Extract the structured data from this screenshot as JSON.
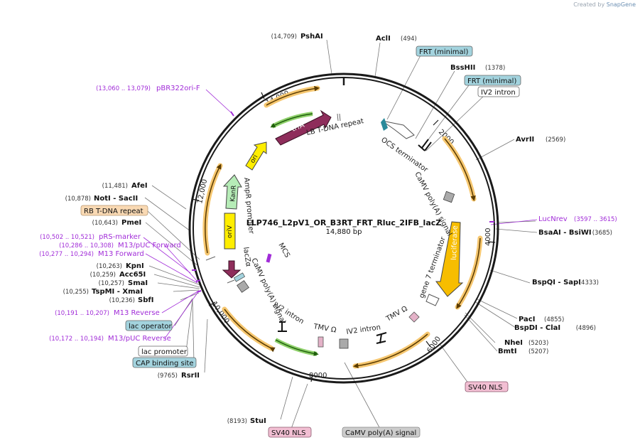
{
  "app": {
    "created_by": "Created by",
    "brand": "SnapGene"
  },
  "plasmid": {
    "name": "LLP746_L2pV1_OR_B3RT_FRT_Rluc_2IFB_lacZ",
    "length": "14,880 bp"
  },
  "ticks": [
    "2000",
    "4000",
    "6000",
    "8000",
    "10,000",
    "12,000",
    "14,000"
  ],
  "sites": [
    {
      "pos": "(14,709)",
      "name": "PshAI"
    },
    {
      "pos": "(494)",
      "name": "AclI"
    },
    {
      "pos": "(1378)",
      "name": "BssHII"
    },
    {
      "pos": "(2569)",
      "name": "AvrII"
    },
    {
      "pos": "(3685)",
      "name": "BsaAI - BsiWI"
    },
    {
      "pos": "(4333)",
      "name": "BspQI - SapI"
    },
    {
      "pos": "(4855)",
      "name": "PacI"
    },
    {
      "pos": "(4896)",
      "name": "BspDI - ClaI"
    },
    {
      "pos": "(5203)",
      "name": "NheI"
    },
    {
      "pos": "(5207)",
      "name": "BmtI"
    },
    {
      "pos": "(8193)",
      "name": "StuI"
    },
    {
      "pos": "(9765)",
      "name": "RsrII"
    },
    {
      "pos": "(10,236)",
      "name": "SbfI"
    },
    {
      "pos": "(10,255)",
      "name": "TspMI - XmaI"
    },
    {
      "pos": "(10,257)",
      "name": "SmaI"
    },
    {
      "pos": "(10,259)",
      "name": "Acc65I"
    },
    {
      "pos": "(10,263)",
      "name": "KpnI"
    },
    {
      "pos": "(10,643)",
      "name": "PmeI"
    },
    {
      "pos": "(10,878)",
      "name": "NotI - SacII"
    },
    {
      "pos": "(11,481)",
      "name": "AfeI"
    }
  ],
  "primers": [
    {
      "range": "(13,060 .. 13,079)",
      "name": "pBR322ori-F"
    },
    {
      "range": "(3597 .. 3615)",
      "name": "LucNrev"
    },
    {
      "range": "(10,502 .. 10,521)",
      "name": "pRS-marker"
    },
    {
      "range": "(10,286 .. 10,308)",
      "name": "M13/pUC Forward"
    },
    {
      "range": "(10,277 .. 10,294)",
      "name": "M13 Forward"
    },
    {
      "range": "(10,191 .. 10,207)",
      "name": "M13 Reverse"
    },
    {
      "range": "(10,172 .. 10,194)",
      "name": "M13/pUC Reverse"
    }
  ],
  "boxed_labels": [
    {
      "text": "FRT (minimal)",
      "kind": "teal"
    },
    {
      "text": "FRT (minimal)",
      "kind": "teal"
    },
    {
      "text": "IV2 intron",
      "kind": "white"
    },
    {
      "text": "RB T-DNA repeat",
      "kind": "peach"
    },
    {
      "text": "lac operator",
      "kind": "teal"
    },
    {
      "text": "lac promoter",
      "kind": "white"
    },
    {
      "text": "CAP binding site",
      "kind": "teal"
    },
    {
      "text": "SV40 NLS",
      "kind": "pink"
    },
    {
      "text": "SV40 NLS",
      "kind": "pink"
    },
    {
      "text": "CaMV poly(A) signal",
      "kind": "gray"
    }
  ],
  "features": [
    {
      "name": "trfA"
    },
    {
      "name": "ori"
    },
    {
      "name": "KanR"
    },
    {
      "name": "oriV"
    },
    {
      "name": "luciferase"
    },
    {
      "name": "OCS terminator"
    },
    {
      "name": "CaMV poly(A) signal"
    },
    {
      "name": "gene 7 terminator"
    },
    {
      "name": "TMV Ω"
    },
    {
      "name": "IV2 intron"
    },
    {
      "name": "TMV Ω"
    },
    {
      "name": "IV2 intron"
    },
    {
      "name": "CaMV poly(A) signal"
    },
    {
      "name": "lacZα"
    },
    {
      "name": "AmpR promoter"
    },
    {
      "name": "MCS"
    },
    {
      "name": "LB T-DNA repeat"
    }
  ],
  "colors": {
    "backbone": "#1a1a1a",
    "orf": "#f0b94c",
    "orf_dark": "#8a5b00",
    "green": "#59a82c",
    "trfA": "#8e2d5b",
    "ori": "#ffee00",
    "KanR": "#b6ecb7",
    "oriV": "#ffee00",
    "luciferase": "#f7bd00",
    "primer": "#a12cd8",
    "leader": "#777777",
    "teal": "#a3d3de",
    "peach": "#f9d9b3",
    "pink": "#f2bfd3",
    "gray": "#cccccc"
  }
}
